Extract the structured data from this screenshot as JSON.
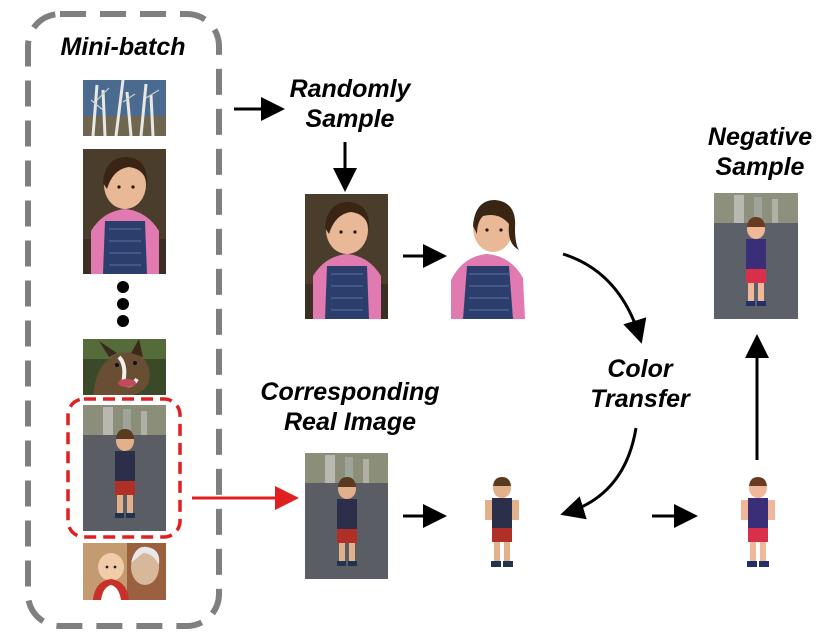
{
  "diagram": {
    "minibatch_title": "Mini-batch",
    "random_sample": {
      "line1": "Randomly",
      "line2": "Sample"
    },
    "corresponding": {
      "line1": "Corresponding",
      "line2": "Real Image"
    },
    "color_transfer": {
      "line1": "Color",
      "line2": "Transfer"
    },
    "negative_sample": {
      "line1": "Negative",
      "line2": "Sample"
    }
  },
  "colors": {
    "batch_border": "#7f7f7f",
    "highlight_border": "#e02020",
    "highlight_arrow": "#e02020",
    "arrow": "#000000"
  },
  "images": [
    "birch-trees-photo",
    "girl-pink-sweater-photo",
    "dog-photo",
    "boy-street-photo",
    "baby-and-elder-photo"
  ]
}
